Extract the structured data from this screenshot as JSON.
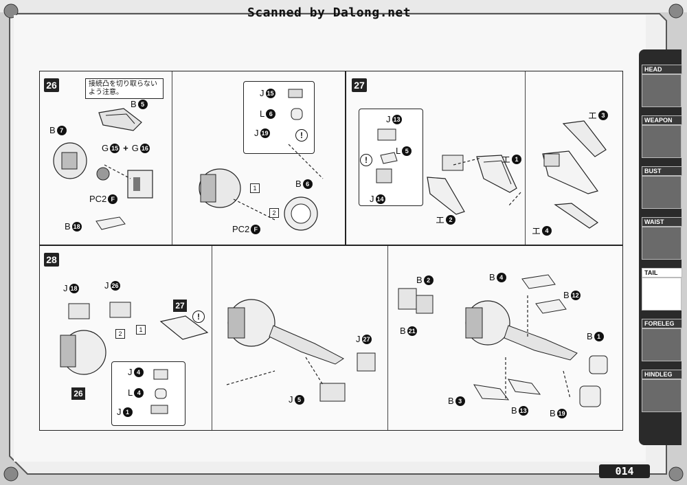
{
  "scan_credit": "Scanned by Dalong.net",
  "page_number": "014",
  "nav_tabs": [
    {
      "label": "HEAD",
      "active": false
    },
    {
      "label": "WEAPON",
      "active": false
    },
    {
      "label": "BUST",
      "active": false
    },
    {
      "label": "WAIST",
      "active": false
    },
    {
      "label": "TAIL",
      "active": true
    },
    {
      "label": "FORELEG",
      "active": false
    },
    {
      "label": "HINDLEG",
      "active": false
    }
  ],
  "steps": {
    "s26": {
      "number": "26",
      "note": "接続凸を切り取らないよう注意。",
      "left": [
        {
          "letter": "B",
          "num": "5"
        },
        {
          "letter": "B",
          "num": "7"
        },
        {
          "letter": "G",
          "num": "15",
          "plus": "+",
          "letter2": "G",
          "num2": "16"
        },
        {
          "letter": "PC2",
          "num": "F"
        },
        {
          "letter": "B",
          "num": "18"
        }
      ],
      "right": [
        {
          "letter": "J",
          "num": "15"
        },
        {
          "letter": "L",
          "num": "6"
        },
        {
          "letter": "J",
          "num": "19"
        },
        {
          "letter": "B",
          "num": "6"
        },
        {
          "letter": "PC2",
          "num": "F"
        }
      ],
      "seq": [
        "1",
        "2"
      ],
      "warn": "!"
    },
    "s27": {
      "number": "27",
      "inset": [
        {
          "letter": "J",
          "num": "13"
        },
        {
          "letter": "L",
          "num": "5"
        },
        {
          "letter": "J",
          "num": "14"
        }
      ],
      "parts": [
        {
          "letter": "エ",
          "num": "1"
        },
        {
          "letter": "エ",
          "num": "2"
        },
        {
          "letter": "エ",
          "num": "3"
        },
        {
          "letter": "エ",
          "num": "4"
        }
      ],
      "warn": "!"
    },
    "s28": {
      "number": "28",
      "a": [
        {
          "letter": "J",
          "num": "18"
        },
        {
          "letter": "J",
          "num": "26"
        }
      ],
      "ref27": "27",
      "ref26": "26",
      "inset": [
        {
          "letter": "J",
          "num": "4"
        },
        {
          "letter": "L",
          "num": "4"
        },
        {
          "letter": "J",
          "num": "1"
        }
      ],
      "b": [
        {
          "letter": "J",
          "num": "27"
        },
        {
          "letter": "J",
          "num": "5"
        }
      ],
      "c": [
        {
          "letter": "B",
          "num": "2"
        },
        {
          "letter": "B",
          "num": "21"
        },
        {
          "letter": "B",
          "num": "4"
        },
        {
          "letter": "B",
          "num": "12"
        },
        {
          "letter": "B",
          "num": "1"
        },
        {
          "letter": "B",
          "num": "3"
        },
        {
          "letter": "B",
          "num": "13"
        },
        {
          "letter": "B",
          "num": "19"
        }
      ],
      "seq": [
        "1",
        "2"
      ],
      "warn": "!"
    }
  }
}
